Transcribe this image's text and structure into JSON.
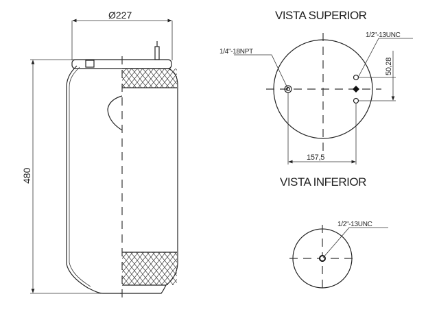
{
  "side_view": {
    "diameter_label": "Ø227",
    "height_label": "480"
  },
  "top_view": {
    "title": "VISTA SUPERIOR",
    "port_label": "1/4\"-18NPT",
    "stud_label": "1/2\"-13UNC",
    "spacing_label": "157,5",
    "stud_spacing_label": "50,28"
  },
  "bottom_view": {
    "title": "VISTA INFERIOR",
    "stud_label": "1/2\"-13UNC"
  }
}
